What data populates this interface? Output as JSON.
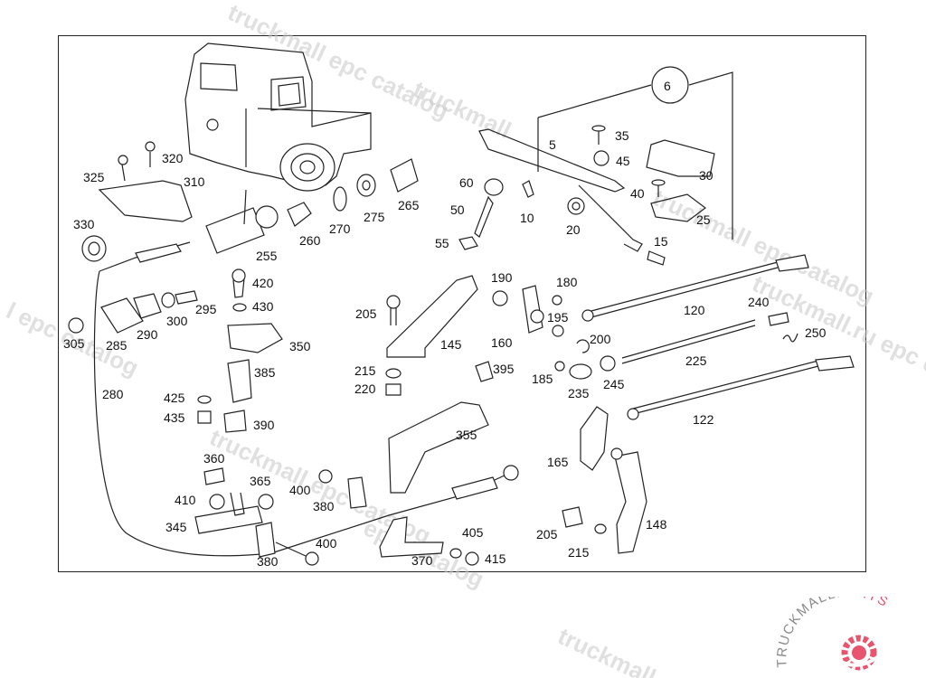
{
  "watermark": "truckmall epc catalog",
  "watermarks": [
    "truckmall epc catalog",
    "truckmall.ru epc catalog",
    "epc catalog",
    "l epc catalog",
    "truckmall.ru",
    "truckmall"
  ],
  "group_number": "6",
  "brand": {
    "name": "TRUCKMALLPARTS",
    "part1": "TRUCKMALL",
    "part2": "PARTS",
    "accent_color": "#e8546d",
    "gear_color": "#e8546d"
  },
  "parts": [
    {
      "id": "p6",
      "label": "6"
    },
    {
      "id": "p5",
      "label": "5"
    },
    {
      "id": "p35",
      "label": "35"
    },
    {
      "id": "p45",
      "label": "45"
    },
    {
      "id": "p30",
      "label": "30"
    },
    {
      "id": "p40",
      "label": "40"
    },
    {
      "id": "p25",
      "label": "25"
    },
    {
      "id": "p15",
      "label": "15"
    },
    {
      "id": "p20",
      "label": "20"
    },
    {
      "id": "p10",
      "label": "10"
    },
    {
      "id": "p60",
      "label": "60"
    },
    {
      "id": "p50",
      "label": "50"
    },
    {
      "id": "p55",
      "label": "55"
    },
    {
      "id": "p265",
      "label": "265"
    },
    {
      "id": "p275",
      "label": "275"
    },
    {
      "id": "p270",
      "label": "270"
    },
    {
      "id": "p260",
      "label": "260"
    },
    {
      "id": "p255",
      "label": "255"
    },
    {
      "id": "p320",
      "label": "320"
    },
    {
      "id": "p325",
      "label": "325"
    },
    {
      "id": "p310",
      "label": "310"
    },
    {
      "id": "p330",
      "label": "330"
    },
    {
      "id": "p420",
      "label": "420"
    },
    {
      "id": "p430",
      "label": "430"
    },
    {
      "id": "p350",
      "label": "350"
    },
    {
      "id": "p295",
      "label": "295"
    },
    {
      "id": "p300",
      "label": "300"
    },
    {
      "id": "p290",
      "label": "290"
    },
    {
      "id": "p285",
      "label": "285"
    },
    {
      "id": "p305",
      "label": "305"
    },
    {
      "id": "p280",
      "label": "280"
    },
    {
      "id": "p385",
      "label": "385"
    },
    {
      "id": "p425",
      "label": "425"
    },
    {
      "id": "p435",
      "label": "435"
    },
    {
      "id": "p390",
      "label": "390"
    },
    {
      "id": "p205a",
      "label": "205"
    },
    {
      "id": "p145",
      "label": "145"
    },
    {
      "id": "p215a",
      "label": "215"
    },
    {
      "id": "p220",
      "label": "220"
    },
    {
      "id": "p395",
      "label": "395"
    },
    {
      "id": "p190",
      "label": "190"
    },
    {
      "id": "p180",
      "label": "180"
    },
    {
      "id": "p195",
      "label": "195"
    },
    {
      "id": "p160",
      "label": "160"
    },
    {
      "id": "p200",
      "label": "200"
    },
    {
      "id": "p185",
      "label": "185"
    },
    {
      "id": "p235",
      "label": "235"
    },
    {
      "id": "p245",
      "label": "245"
    },
    {
      "id": "p120",
      "label": "120"
    },
    {
      "id": "p240",
      "label": "240"
    },
    {
      "id": "p250",
      "label": "250"
    },
    {
      "id": "p225",
      "label": "225"
    },
    {
      "id": "p122",
      "label": "122"
    },
    {
      "id": "p355",
      "label": "355"
    },
    {
      "id": "p165",
      "label": "165"
    },
    {
      "id": "p148",
      "label": "148"
    },
    {
      "id": "p205b",
      "label": "205"
    },
    {
      "id": "p215b",
      "label": "215"
    },
    {
      "id": "p360",
      "label": "360"
    },
    {
      "id": "p365",
      "label": "365"
    },
    {
      "id": "p410",
      "label": "410"
    },
    {
      "id": "p345",
      "label": "345"
    },
    {
      "id": "p400a",
      "label": "400"
    },
    {
      "id": "p380a",
      "label": "380"
    },
    {
      "id": "p400b",
      "label": "400"
    },
    {
      "id": "p380b",
      "label": "380"
    },
    {
      "id": "p370",
      "label": "370"
    },
    {
      "id": "p405",
      "label": "405"
    },
    {
      "id": "p415",
      "label": "415"
    }
  ]
}
